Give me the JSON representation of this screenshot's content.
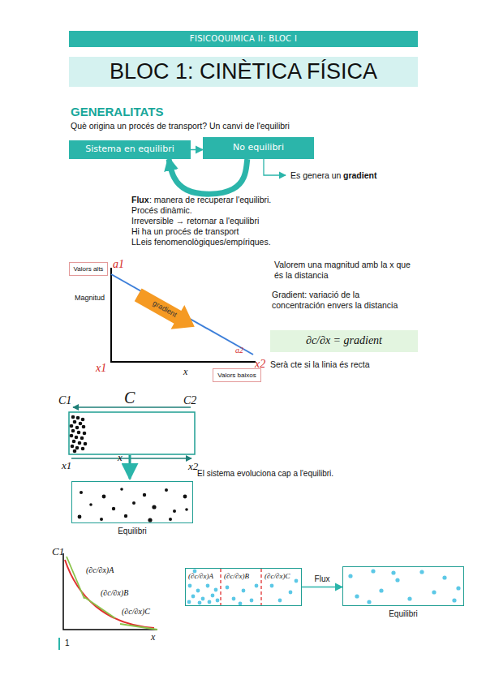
{
  "diagram": {
    "nodes": [
      {
        "text": [
          "FISICOQUIMICA II: BLOC I"
        ]
      },
      {
        "text": [
          "BLOC 1: CINÈTICA FÍSICA"
        ]
      },
      {
        "text": [
          "Sistema en equilibri"
        ]
      },
      {
        "text": [
          "No equilibri"
        ]
      },
      {
        "text": [
          "Valors alts"
        ]
      },
      {
        "text": [
          "Valors baixos"
        ]
      },
      {
        "text": [
          "∂c/∂x = gradient"
        ]
      },
      {
        "text": [
          "Equilibri"
        ]
      },
      {
        "text": [
          "(∂c/∂x)A",
          "(∂c/∂x)B",
          "(∂c/∂x)C"
        ]
      },
      {
        "text": [
          "Equilibri"
        ]
      }
    ],
    "edges": [
      {
        "from": 2,
        "to": 3,
        "arrow": "to"
      },
      {
        "from": 3,
        "to": 2,
        "arrow": "to"
      },
      {
        "from": 8,
        "to": 9,
        "label": "Flux",
        "arrow": "to"
      }
    ],
    "labels": [
      "GENERALITATS",
      "Què origina un procés de transport? Un canvi de l'equilibri",
      "Es genera un",
      "gradient",
      "Flux",
      ": manera de recuperar l'equilibri.",
      "Procés dinàmic.",
      "Irreversible → retornar a l'equilibri",
      "Hi ha un procés de transport",
      "LLeis fenomenològiques/empíriques.",
      "Magnitud",
      "a1",
      "gradient",
      "x1",
      "a2",
      "x",
      "x2",
      "Valorem una magnitud amb la x que és la distancia",
      "Gradient: variació de la concentración envers la distancia",
      "Serà cte si la linia és recta",
      "C1",
      "C",
      "C2",
      "x1",
      "x",
      "x2",
      "El sistema evoluciona cap a l'equilibri.",
      "C1",
      "(∂c/∂x)A",
      "(∂c/∂x)B",
      "(∂c/∂x)C",
      "x",
      "1"
    ]
  }
}
